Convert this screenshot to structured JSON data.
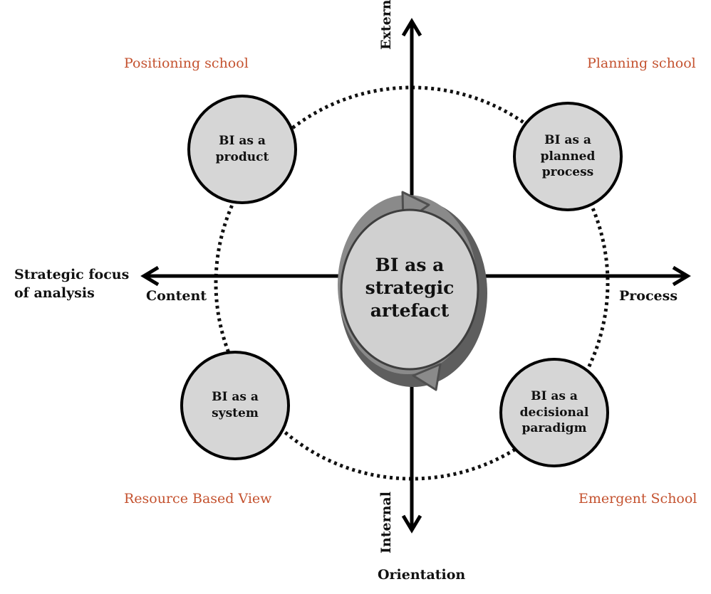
{
  "schools": {
    "positioning": "Positioning school",
    "planning": "Planning school",
    "resource": "Resource Based View",
    "emergent": "Emergent School"
  },
  "axes": {
    "external": "External",
    "internal": "Internal",
    "orientation": "Orientation",
    "content": "Content",
    "process": "Process",
    "strategic_focus_line1": "Strategic focus",
    "strategic_focus_line2": "of analysis"
  },
  "nodes": {
    "product": "BI as a product",
    "planned": "BI as a planned process",
    "system": "BI as a system",
    "decisional": "BI as a decisional paradigm",
    "center": "BI as a strategic artefact"
  },
  "colors": {
    "school_text": "#c4522f",
    "circle_fill": "#d6d6d6",
    "center_fill": "#d0d0d0",
    "arrow_dark": "#5e5e5e",
    "arrow_light": "#8a8a8a"
  }
}
